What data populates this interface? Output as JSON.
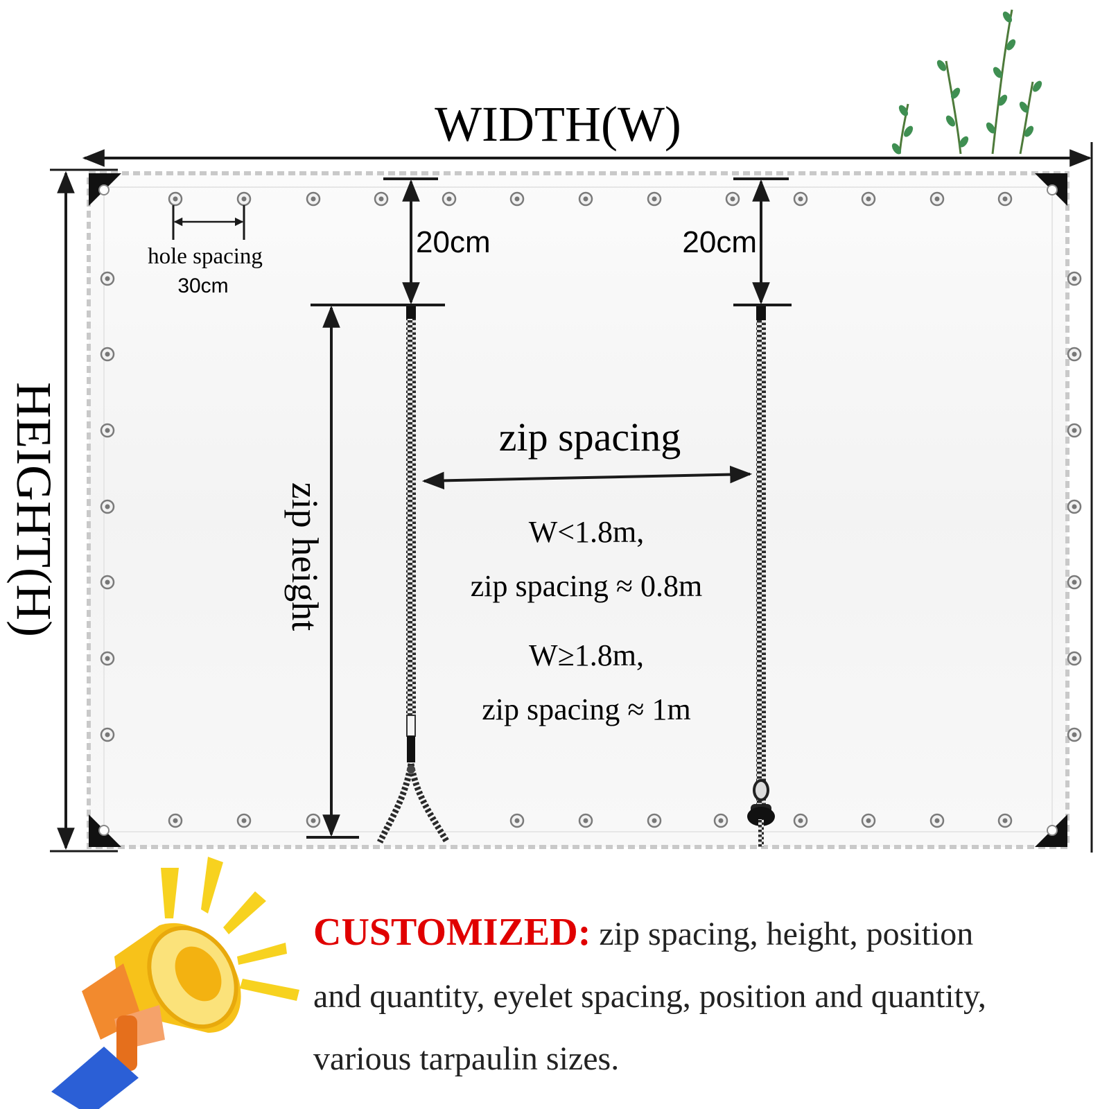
{
  "diagram": {
    "width_label": "WIDTH(W)",
    "height_label": "HEIGHT(H)",
    "hole_spacing_label": "hole spacing",
    "hole_spacing_value": "30cm",
    "top_offset_left": "20cm",
    "top_offset_right": "20cm",
    "zip_height_label": "zip height",
    "zip_spacing_label": "zip spacing",
    "rule_1_condition": "W<1.8m,",
    "rule_1_value": "zip spacing ≈ 0.8m",
    "rule_2_condition": "W≥1.8m,",
    "rule_2_value": "zip spacing ≈ 1m"
  },
  "promo": {
    "highlight": "CUSTOMIZED:",
    "text_line_1": "zip spacing, height, position",
    "text_line_2": "and quantity, eyelet spacing, position and quantity,",
    "text_line_3": "various tarpaulin sizes."
  },
  "colors": {
    "highlight": "#e00000",
    "plant": "#3f8f52",
    "megaphone_yellow": "#f7c21a",
    "megaphone_orange": "#f28a2e",
    "sleeve_blue": "#2b5fd6"
  },
  "icons": [
    "megaphone-icon",
    "plant-decoration"
  ]
}
